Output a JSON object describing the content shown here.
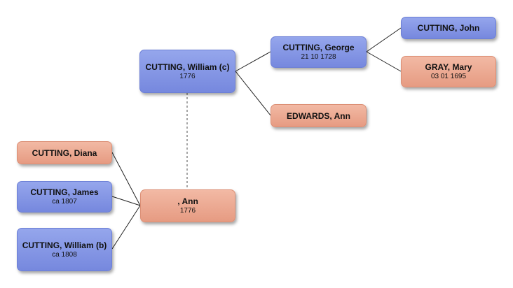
{
  "colors": {
    "male_fill": "#8799e6",
    "female_fill": "#eeae97",
    "connector": "#222222",
    "spouse_connector": "#888888"
  },
  "people": {
    "william_c": {
      "name": "CUTTING, William (c)",
      "date": "1776",
      "sex": "male"
    },
    "ann": {
      "name": ", Ann",
      "date": "1776",
      "sex": "female"
    },
    "george": {
      "name": "CUTTING, George",
      "date": "21 10 1728",
      "sex": "male"
    },
    "ann_edwards": {
      "name": "EDWARDS, Ann",
      "date": "",
      "sex": "female"
    },
    "john": {
      "name": "CUTTING, John",
      "date": "",
      "sex": "male"
    },
    "mary": {
      "name": "GRAY, Mary",
      "date": "03 01 1695",
      "sex": "female"
    },
    "diana": {
      "name": "CUTTING, Diana",
      "date": "",
      "sex": "female"
    },
    "james": {
      "name": "CUTTING, James",
      "date": "ca 1807",
      "sex": "male"
    },
    "william_b": {
      "name": "CUTTING, William (b)",
      "date": "ca 1808",
      "sex": "male"
    }
  }
}
